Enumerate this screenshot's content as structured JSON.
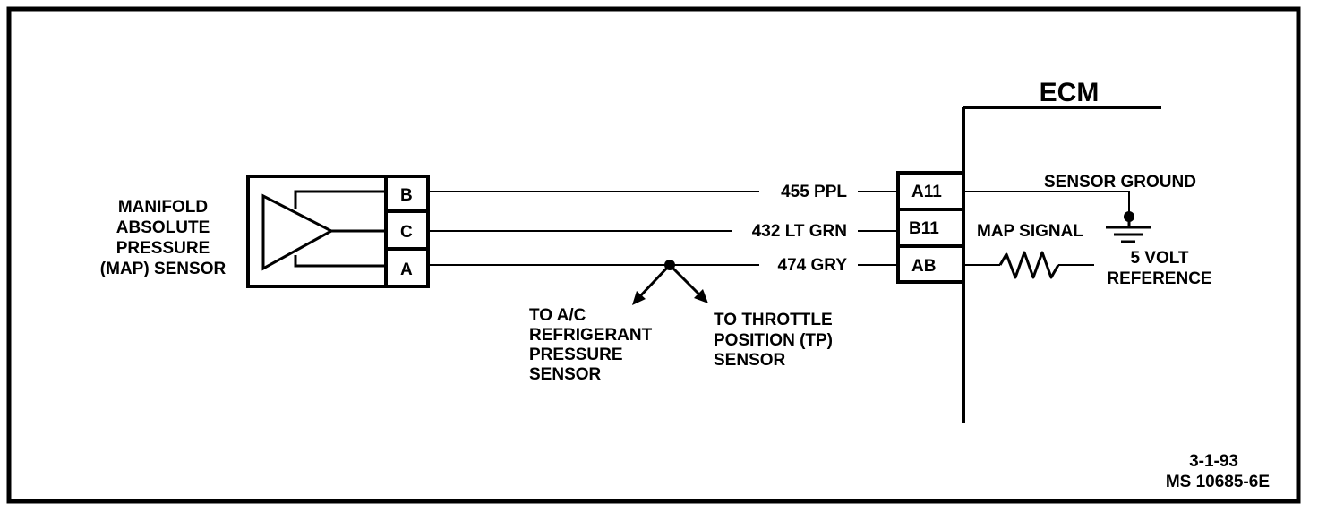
{
  "sensor": {
    "label_lines": [
      "MANIFOLD",
      "ABSOLUTE",
      "PRESSURE",
      "(MAP) SENSOR"
    ],
    "pins": [
      "B",
      "C",
      "A"
    ]
  },
  "ecm": {
    "title": "ECM",
    "pins": [
      "A11",
      "B11",
      "AB"
    ]
  },
  "wires": [
    {
      "label": "455 PPL"
    },
    {
      "label": "432 LT GRN"
    },
    {
      "label": "474 GRY"
    }
  ],
  "splice": {
    "left_lines": [
      "TO A/C",
      "REFRIGERANT",
      "PRESSURE",
      "SENSOR"
    ],
    "right_lines": [
      "TO THROTTLE",
      "POSITION (TP)",
      "SENSOR"
    ]
  },
  "internal": {
    "ground_label": "SENSOR GROUND",
    "signal_label": "MAP SIGNAL",
    "reference_lines": [
      "5 VOLT",
      "REFERENCE"
    ]
  },
  "footer": {
    "date": "3-1-93",
    "code": "MS 10685-6E"
  }
}
